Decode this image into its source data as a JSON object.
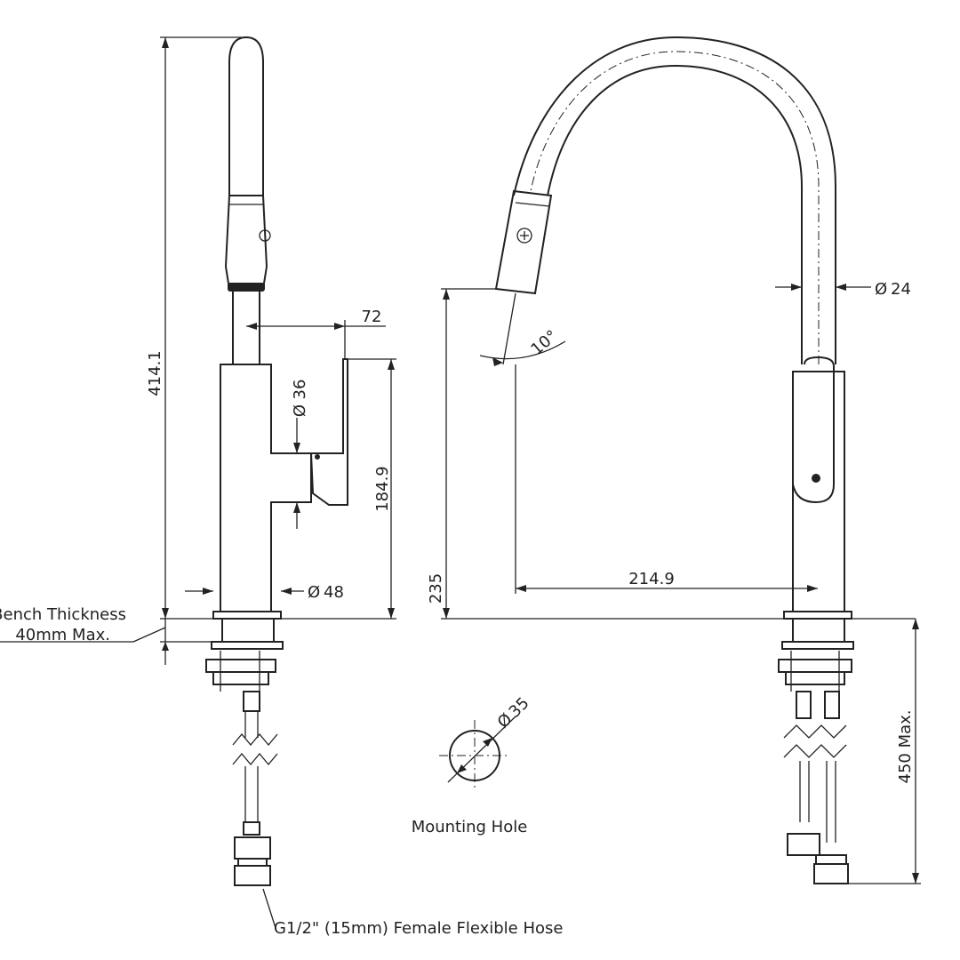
{
  "dimensions": {
    "total_height": "414.1",
    "spout_reach_side": "72",
    "body_diameter": "36",
    "lever_height": "184.9",
    "base_diameter": "48",
    "hose_diameter": "24",
    "spray_angle": "10°",
    "spout_height": "235",
    "spout_reach": "214.9",
    "hole_diameter": "35",
    "hose_length": "450 Max."
  },
  "notes": {
    "bench_line1": "Bench Thickness",
    "bench_line2": "40mm Max.",
    "mounting_hole": "Mounting Hole",
    "hose": "G1/2\" (15mm) Female Flexible Hose"
  },
  "symbols": {
    "diameter": "Ø"
  },
  "icons": [
    "side-view-faucet",
    "front-view-faucet",
    "mounting-hole-symbol"
  ]
}
